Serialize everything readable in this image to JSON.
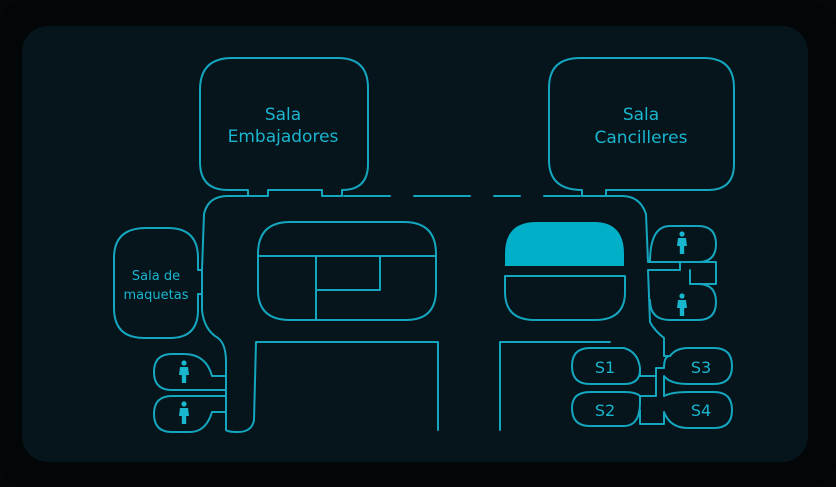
{
  "map": {
    "line_color": "#14a6be",
    "fill_color": "#00b0c8",
    "text_color": "#18b6cf",
    "rooms": {
      "embajadores": [
        "Sala",
        "Embajadores"
      ],
      "cancilleres": [
        "Sala",
        "Cancilleres"
      ],
      "maquetas": [
        "Sala de",
        "maquetas"
      ],
      "s1": "S1",
      "s2": "S2",
      "s3": "S3",
      "s4": "S4"
    },
    "icons": {
      "restroom": "person-icon"
    }
  }
}
